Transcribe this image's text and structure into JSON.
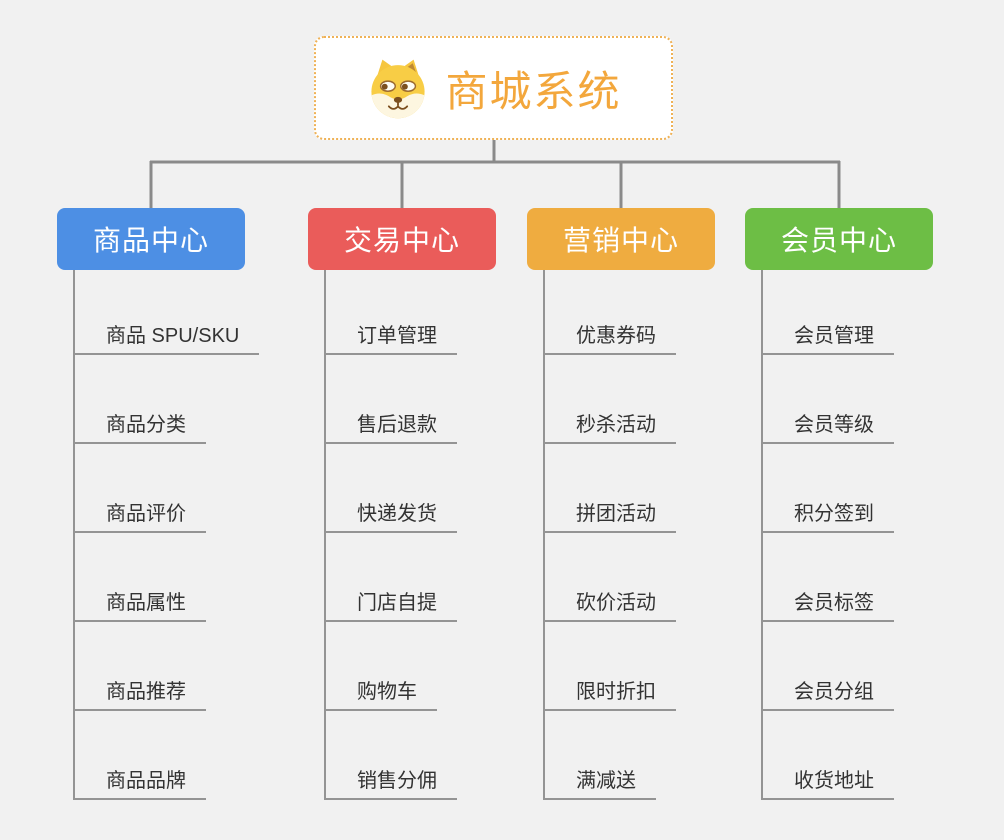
{
  "app": {
    "background": "#F1F1F1",
    "connector_color": "#8A8A8A"
  },
  "root": {
    "title": "商城系统",
    "icon": "shiba-dog-icon",
    "text_color": "#F3A73C",
    "border_color": "#EFB257"
  },
  "branches": [
    {
      "label": "商品中心",
      "color": "#4D8FE4",
      "children": [
        "商品 SPU/SKU",
        "商品分类",
        "商品评价",
        "商品属性",
        "商品推荐",
        "商品品牌"
      ]
    },
    {
      "label": "交易中心",
      "color": "#EA5C5A",
      "children": [
        "订单管理",
        "售后退款",
        "快递发货",
        "门店自提",
        "购物车",
        "销售分佣"
      ]
    },
    {
      "label": "营销中心",
      "color": "#EFAC40",
      "children": [
        "优惠券码",
        "秒杀活动",
        "拼团活动",
        "砍价活动",
        "限时折扣",
        "满减送"
      ]
    },
    {
      "label": "会员中心",
      "color": "#6DBE45",
      "children": [
        "会员管理",
        "会员等级",
        "积分签到",
        "会员标签",
        "会员分组",
        "收货地址"
      ]
    }
  ]
}
